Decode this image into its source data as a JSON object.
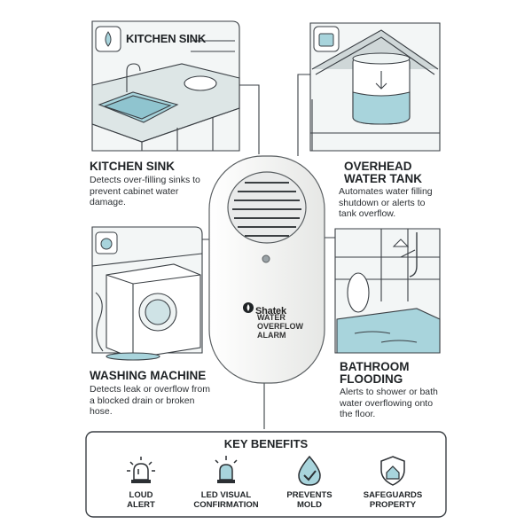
{
  "panels": {
    "kitchen_sink_top": {
      "label": "KITCHEN SINK"
    },
    "kitchen_sink": {
      "heading": "KITCHEN SINK",
      "desc": "Detects over-filling sinks to prevent cabinet water damage."
    },
    "overhead_tank": {
      "heading_line1": "OVERHEAD",
      "heading_line2": "WATER TANK",
      "desc": "Automates water filling shutdown or alerts to tank overflow."
    },
    "washing_machine": {
      "heading": "WASHING MACHINE",
      "desc": "Detects leak or overflow from a blocked drain or broken hose."
    },
    "bathroom": {
      "heading_line1": "BATHROOM",
      "heading_line2": "FLOODING",
      "desc": "Alerts to shower or bath water overflowing onto the floor."
    }
  },
  "device": {
    "brand": "Shatek",
    "line1": "WATER",
    "line2": "OVERFLOW",
    "line3": "ALARM"
  },
  "benefits": {
    "title": "KEY BENEFITS",
    "items": [
      {
        "label_line1": "LOUD",
        "label_line2": "ALERT",
        "icon": "siren-icon"
      },
      {
        "label_line1": "LED VISUAL",
        "label_line2": "CONFIRMATION",
        "icon": "beacon-light-icon"
      },
      {
        "label_line1": "PREVENTS",
        "label_line2": "MOLD",
        "icon": "water-drop-icon"
      },
      {
        "label_line1": "SAFEGUARDS",
        "label_line2": "PROPERTY",
        "icon": "shield-icon"
      }
    ]
  },
  "colors": {
    "water": "#a8d4dc",
    "line": "#3a3f44",
    "panel_bg": "#eef3f3",
    "device": "#f3f3f1"
  }
}
